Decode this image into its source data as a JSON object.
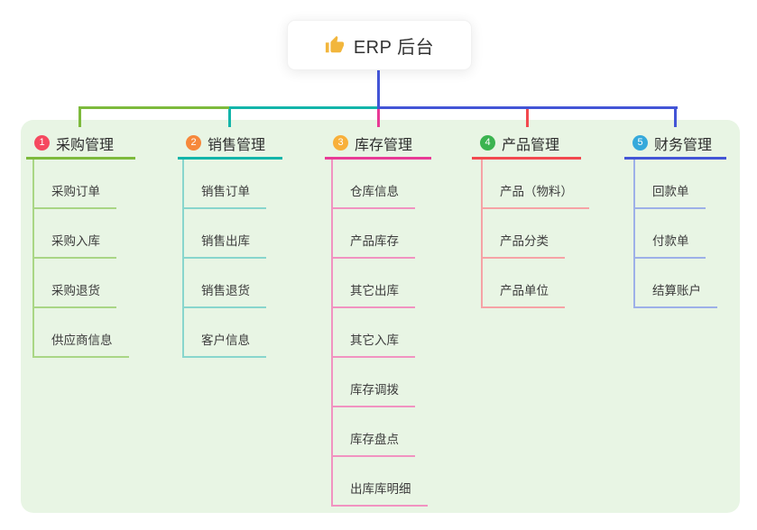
{
  "root": {
    "label": "ERP 后台",
    "icon": "thumbs-up"
  },
  "panel": {
    "background": "#e8f5e4"
  },
  "trunk_color": "#4355d6",
  "branches": [
    {
      "badge": "1",
      "label": "采购管理",
      "badge_color": "#f5495f",
      "line_color": "#7dba3c",
      "child_line_color": "#a9d685",
      "children": [
        "采购订单",
        "采购入库",
        "采购退货",
        "供应商信息"
      ]
    },
    {
      "badge": "2",
      "label": "销售管理",
      "badge_color": "#f6883b",
      "line_color": "#13b5aa",
      "child_line_color": "#88d6cd",
      "children": [
        "销售订单",
        "销售出库",
        "销售退货",
        "客户信息"
      ]
    },
    {
      "badge": "3",
      "label": "库存管理",
      "badge_color": "#f8b03a",
      "line_color": "#e83a96",
      "child_line_color": "#f193c1",
      "children": [
        "仓库信息",
        "产品库存",
        "其它出库",
        "其它入库",
        "库存调拨",
        "库存盘点",
        "出库库明细"
      ]
    },
    {
      "badge": "4",
      "label": "产品管理",
      "badge_color": "#3bb450",
      "line_color": "#f2494f",
      "child_line_color": "#f6a3a6",
      "children": [
        "产品（物料）",
        "产品分类",
        "产品单位"
      ]
    },
    {
      "badge": "5",
      "label": "财务管理",
      "badge_color": "#35a9db",
      "line_color": "#4355d6",
      "child_line_color": "#9db0e8",
      "children": [
        "回款单",
        "付款单",
        "结算账户"
      ]
    }
  ]
}
